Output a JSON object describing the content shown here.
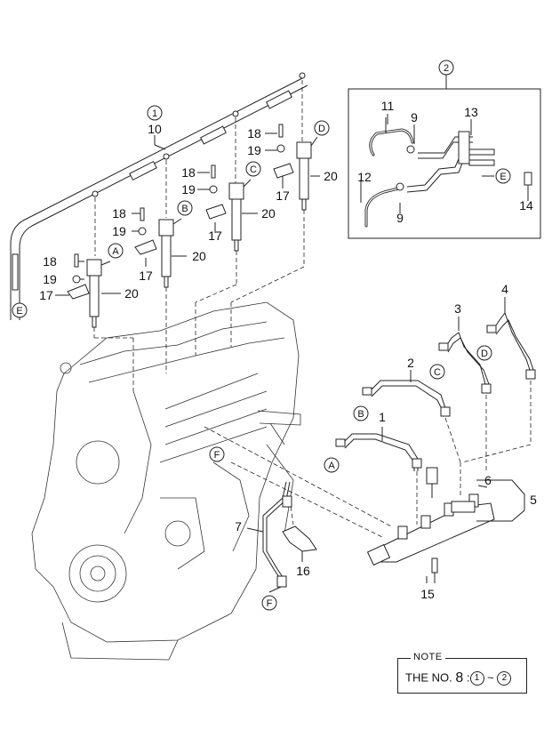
{
  "callouts": {
    "c1": "1",
    "c2": "2",
    "c3": "3",
    "c4": "4",
    "c5": "5",
    "c6": "6",
    "c7": "7",
    "c9a": "9",
    "c9b": "9",
    "c10": "10",
    "c11": "11",
    "c12": "12",
    "c13": "13",
    "c14": "14",
    "c15": "15",
    "c16": "16",
    "c17a": "17",
    "c17b": "17",
    "c17c": "17",
    "c17d": "17",
    "c18a": "18",
    "c18b": "18",
    "c18c": "18",
    "c18d": "18",
    "c19a": "19",
    "c19b": "19",
    "c19c": "19",
    "c19d": "19",
    "c20a": "20",
    "c20b": "20",
    "c20c": "20",
    "c20d": "20"
  },
  "circled_refs": {
    "ref1": "1",
    "ref2": "2",
    "A1": "A",
    "A2": "A",
    "B1": "B",
    "B2": "B",
    "C1": "C",
    "C2": "C",
    "D1": "D",
    "D2": "D",
    "E1": "E",
    "E2": "E",
    "F1": "F",
    "F2": "F"
  },
  "note": {
    "title": "NOTE",
    "prefix": "THE NO.",
    "number": "8",
    "colon": ":",
    "from": "1",
    "tilde": "~",
    "to": "2"
  }
}
